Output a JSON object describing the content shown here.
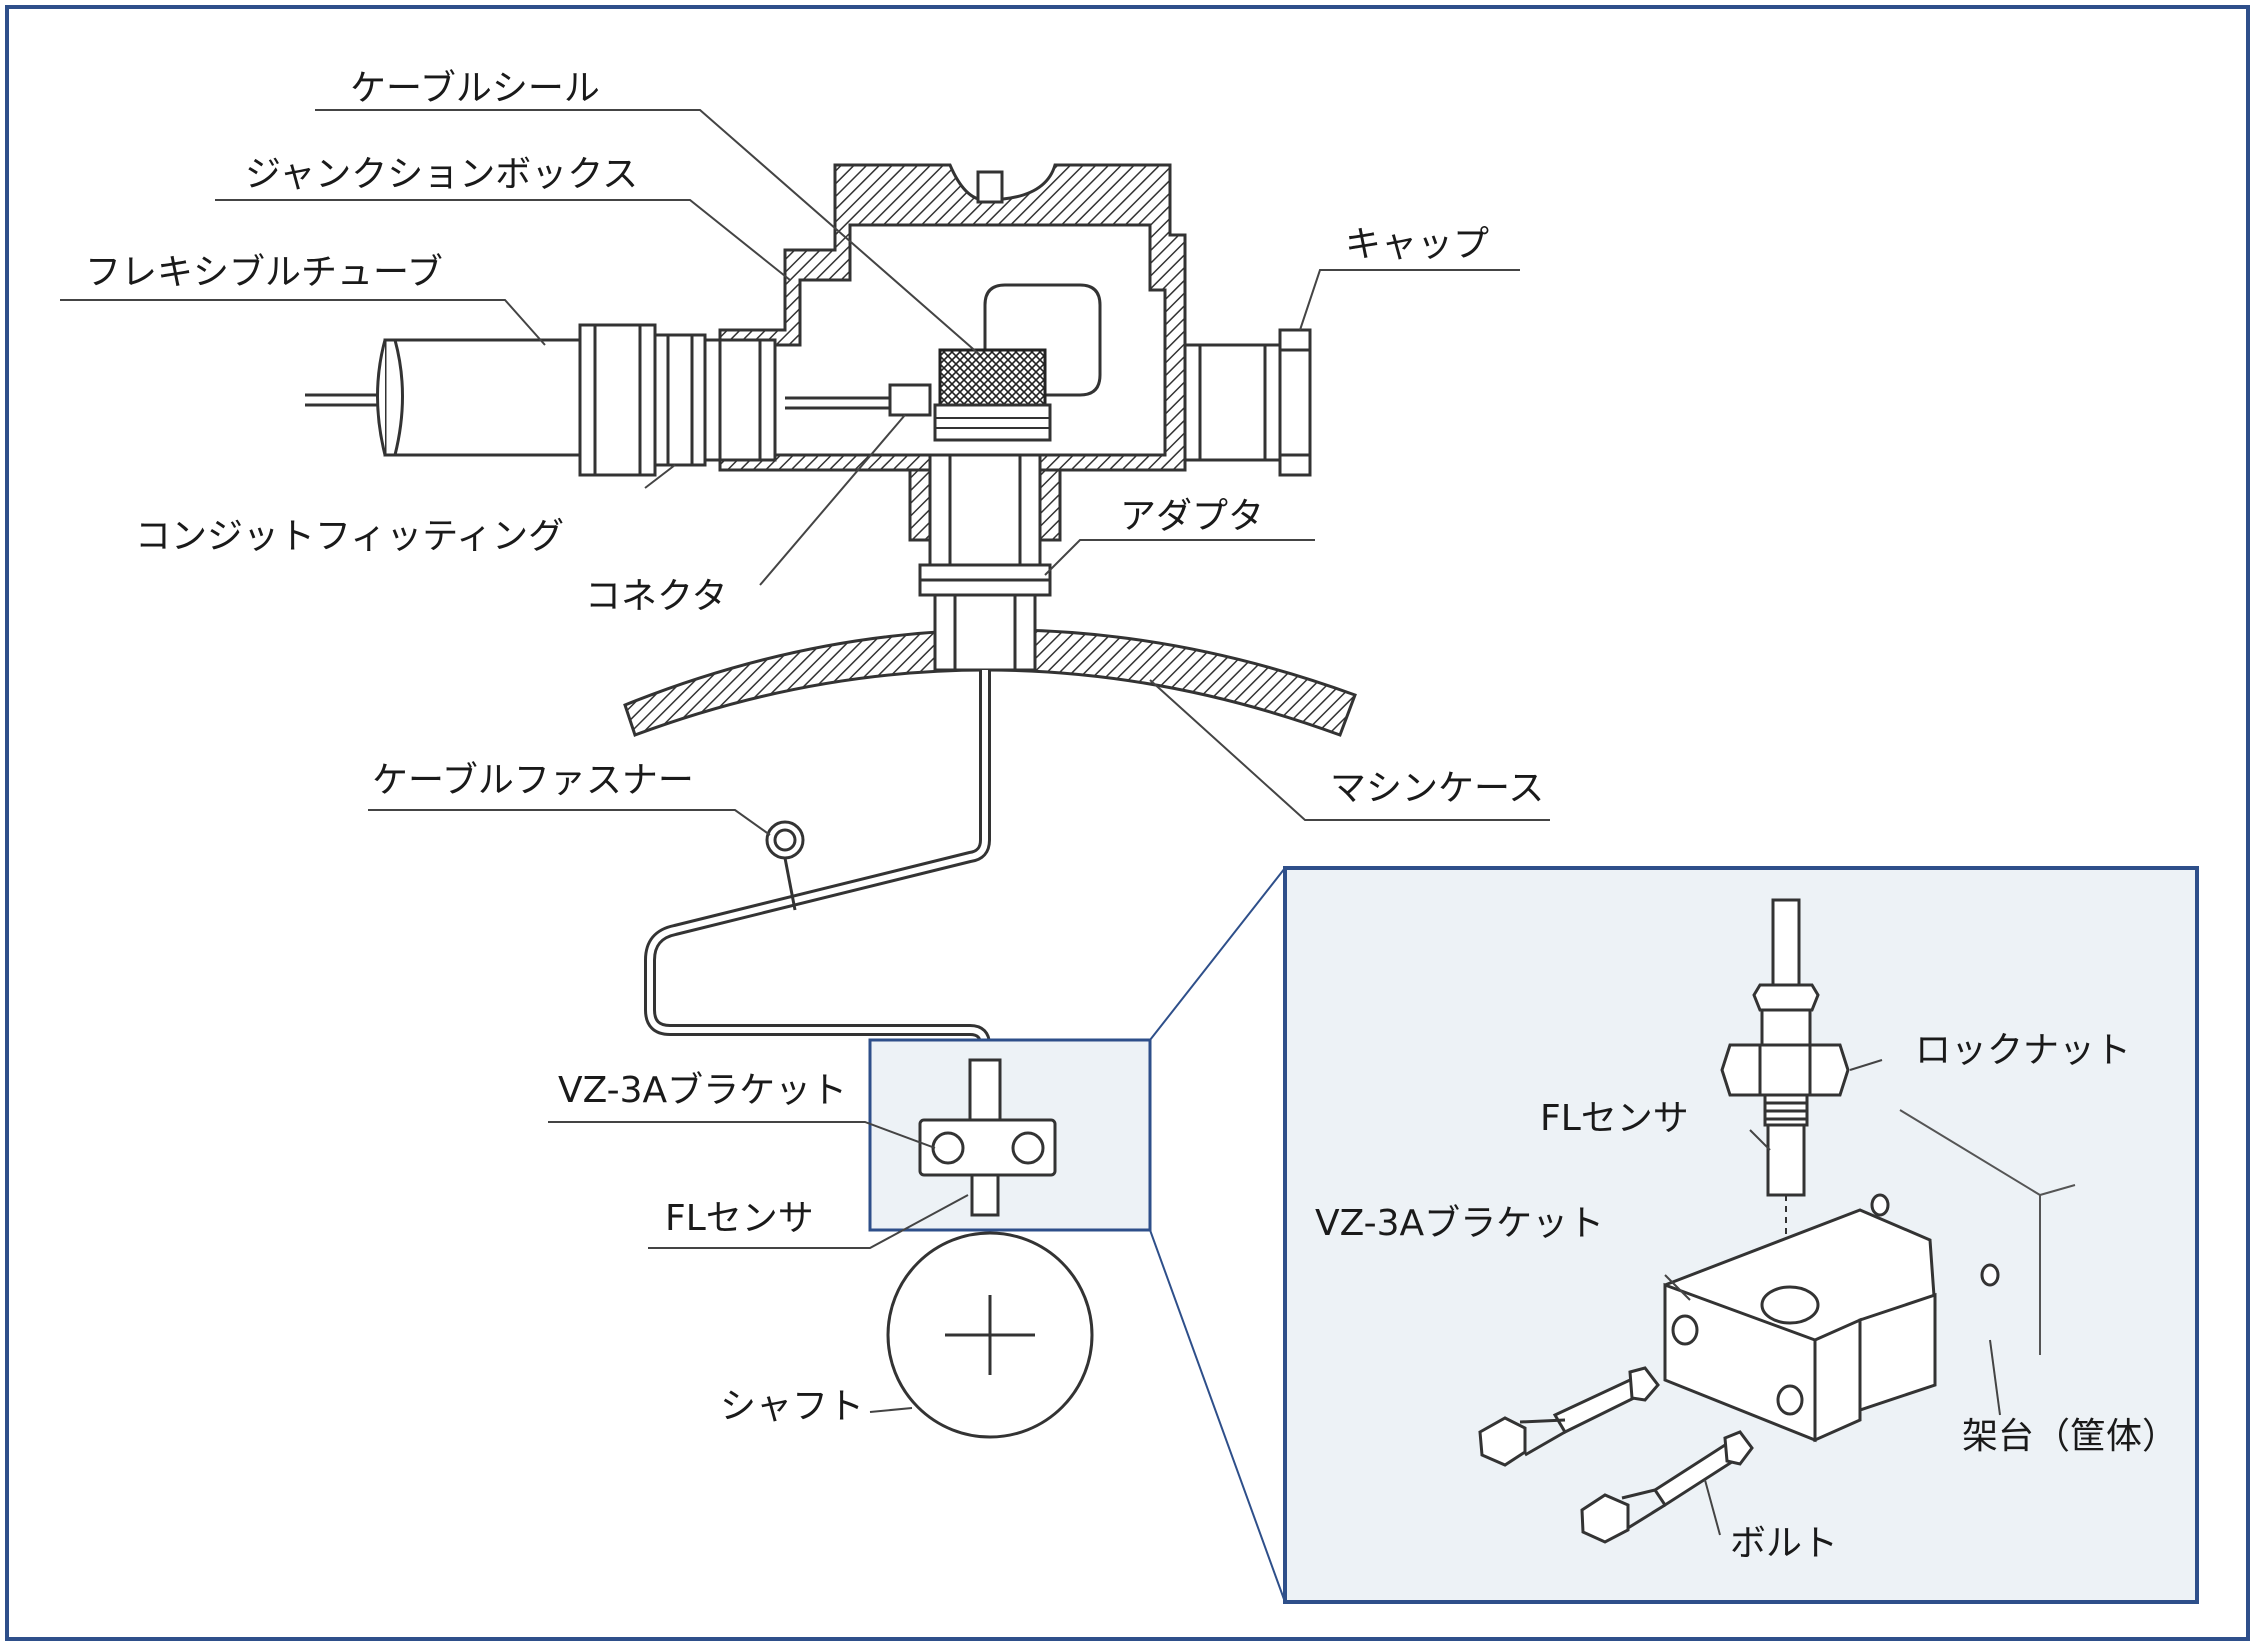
{
  "colors": {
    "frame": "#2e4f8a",
    "inset_fill": "#edf2f6",
    "line": "#333333",
    "leader": "#444444"
  },
  "main_labels": {
    "cable_seal": "ケーブルシール",
    "junction_box": "ジャンクションボックス",
    "flexible_tube": "フレキシブルチューブ",
    "cap": "キャップ",
    "conduit_fitting": "コンジットフィッティング",
    "adapter": "アダプタ",
    "connector": "コネクタ",
    "machine_case": "マシンケース",
    "cable_fastener": "ケーブルファスナー",
    "bracket": "VZ-3Aブラケット",
    "fl_sensor": "FLセンサ",
    "shaft": "シャフト"
  },
  "detail_labels": {
    "lock_nut": "ロックナット",
    "fl_sensor": "FLセンサ",
    "bracket": "VZ-3Aブラケット",
    "frame_housing": "架台（筐体）",
    "bolt": "ボルト"
  }
}
